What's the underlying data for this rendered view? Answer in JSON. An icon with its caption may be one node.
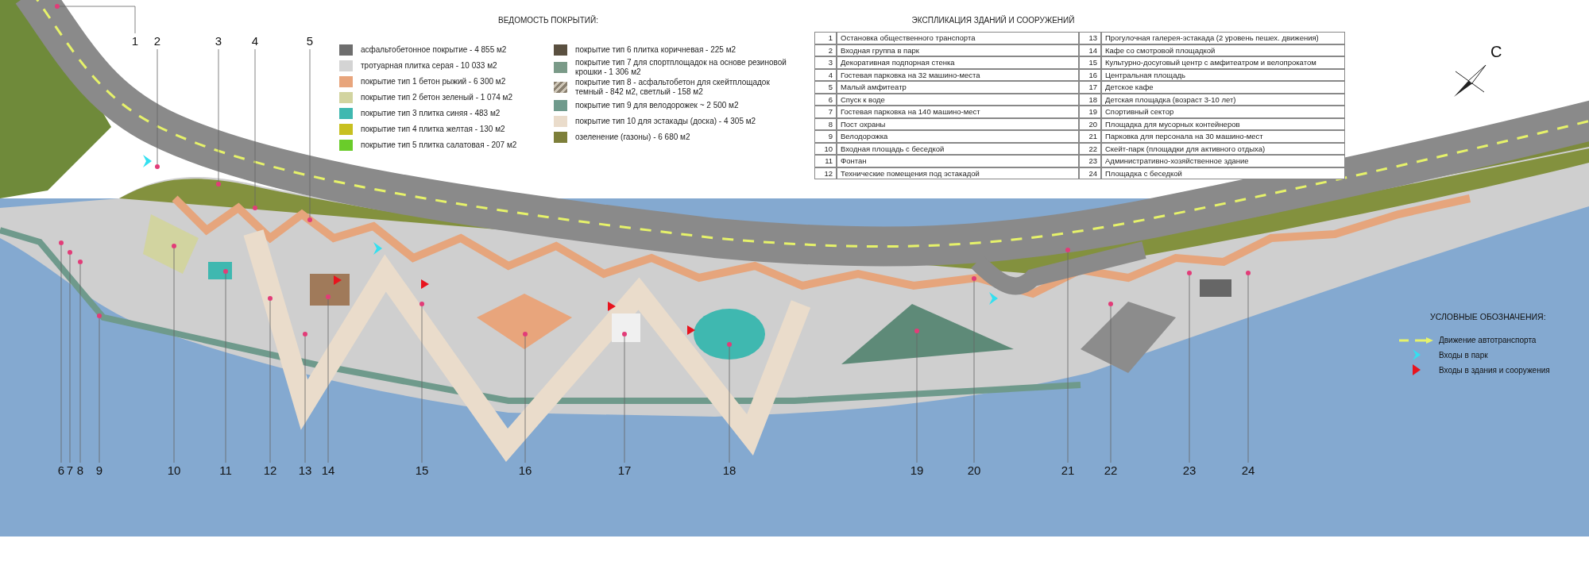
{
  "diagram": {
    "nodes": [
      {
        "text": [
          "1"
        ]
      },
      {
        "text": [
          "2"
        ]
      },
      {
        "text": [
          "3"
        ]
      },
      {
        "text": [
          "4"
        ]
      },
      {
        "text": [
          "5"
        ]
      },
      {
        "text": [
          "6"
        ]
      },
      {
        "text": [
          "7"
        ]
      },
      {
        "text": [
          "8"
        ]
      },
      {
        "text": [
          "9"
        ]
      },
      {
        "text": [
          "10"
        ]
      },
      {
        "text": [
          "11"
        ]
      },
      {
        "text": [
          "12"
        ]
      },
      {
        "text": [
          "13"
        ]
      },
      {
        "text": [
          "14"
        ]
      },
      {
        "text": [
          "15"
        ]
      },
      {
        "text": [
          "16"
        ]
      },
      {
        "text": [
          "17"
        ]
      },
      {
        "text": [
          "18"
        ]
      },
      {
        "text": [
          "19"
        ]
      },
      {
        "text": [
          "20"
        ]
      },
      {
        "text": [
          "21"
        ]
      },
      {
        "text": [
          "22"
        ]
      },
      {
        "text": [
          "23"
        ]
      },
      {
        "text": [
          "24"
        ]
      },
      {
        "text": [],
        "shape": "circle"
      },
      {
        "text": [],
        "shape": "circle"
      },
      {
        "text": [],
        "shape": "circle"
      },
      {
        "text": [],
        "shape": "circle"
      },
      {
        "text": [],
        "shape": "circle"
      },
      {
        "text": [],
        "shape": "circle"
      },
      {
        "text": [],
        "shape": "circle"
      },
      {
        "text": [],
        "shape": "circle"
      },
      {
        "text": [],
        "shape": "circle"
      },
      {
        "text": [],
        "shape": "circle"
      },
      {
        "text": [],
        "shape": "circle"
      },
      {
        "text": [],
        "shape": "circle"
      },
      {
        "text": [],
        "shape": "circle"
      },
      {
        "text": [],
        "shape": "circle"
      },
      {
        "text": [],
        "shape": "circle"
      },
      {
        "text": [],
        "shape": "circle"
      },
      {
        "text": [],
        "shape": "circle"
      },
      {
        "text": [],
        "shape": "circle"
      },
      {
        "text": [],
        "shape": "circle"
      },
      {
        "text": [],
        "shape": "circle"
      },
      {
        "text": [],
        "shape": "circle"
      },
      {
        "text": [],
        "shape": "circle"
      },
      {
        "text": [],
        "shape": "circle"
      },
      {
        "text": [],
        "shape": "circle"
      }
    ],
    "edges": [
      {
        "from": 0,
        "to": 24,
        "arrow": "none"
      },
      {
        "from": 1,
        "to": 25,
        "arrow": "none"
      },
      {
        "from": 2,
        "to": 26,
        "arrow": "none"
      },
      {
        "from": 3,
        "to": 27,
        "arrow": "none"
      },
      {
        "from": 4,
        "to": 28,
        "arrow": "none"
      },
      {
        "from": 5,
        "to": 29,
        "arrow": "none"
      },
      {
        "from": 6,
        "to": 30,
        "arrow": "none"
      },
      {
        "from": 7,
        "to": 31,
        "arrow": "none"
      },
      {
        "from": 8,
        "to": 32,
        "arrow": "none"
      },
      {
        "from": 9,
        "to": 33,
        "arrow": "none"
      },
      {
        "from": 10,
        "to": 34,
        "arrow": "none"
      },
      {
        "from": 11,
        "to": 35,
        "arrow": "none"
      },
      {
        "from": 12,
        "to": 36,
        "arrow": "none"
      },
      {
        "from": 13,
        "to": 37,
        "arrow": "none"
      },
      {
        "from": 14,
        "to": 38,
        "arrow": "none"
      },
      {
        "from": 15,
        "to": 39,
        "arrow": "none"
      },
      {
        "from": 16,
        "to": 40,
        "arrow": "none"
      },
      {
        "from": 17,
        "to": 41,
        "arrow": "none"
      },
      {
        "from": 18,
        "to": 42,
        "arrow": "none"
      },
      {
        "from": 19,
        "to": 43,
        "arrow": "none"
      },
      {
        "from": 20,
        "to": 44,
        "arrow": "none"
      },
      {
        "from": 21,
        "to": 45,
        "arrow": "none"
      },
      {
        "from": 22,
        "to": 46,
        "arrow": "none"
      },
      {
        "from": 23,
        "to": 47,
        "arrow": "none"
      }
    ],
    "labels": [
      "ВЕДОМОСТЬ ПОКРЫТИЙ:",
      "ЭКСПЛИКАЦИЯ ЗДАНИЙ И СООРУЖЕНИЙ",
      "1",
      "Остановка общественного транспорта",
      "13",
      "Прогулочная галерея-эстакада (2 уровень пешех. движения)",
      "2",
      "Входная группа в парк",
      "14",
      "Кафе со смотровой площадкой",
      "3",
      "Декоративная подпорная стенка",
      "15",
      "Культурно-досуговый центр с амфитеатром и велопрокатом",
      "4",
      "Гостевая парковка на 32 машино-места",
      "16",
      "Центральная площадь",
      "5",
      "Малый амфитеатр",
      "17",
      "Детское кафе",
      "6",
      "Спуск к воде",
      "18",
      "Детская площадка  (возраст 3-10 лет)",
      "7",
      "Гостевая парковка на 140 машино-мест",
      "19",
      "Спортивный сектор",
      "8",
      "Пост охраны",
      "20",
      "Площадка для мусорных контейнеров",
      "9",
      "Велодорожка",
      "21",
      "Парковка для персонала на 30 машино-мест",
      "10",
      "Входная площадь с беседкой",
      "22",
      "Скейт-парк (площадки для активного отдыха)",
      "11",
      "Фонтан",
      "23",
      "Административно-хозяйственное здание",
      "12",
      "Технические помещения под эстакадой",
      "24",
      "Площадка с беседкой",
      "С",
      "УСЛОВНЫЕ ОБОЗНАЧЕНИЯ:"
    ],
    "legend": [
      {
        "text": "асфальтобетонное покрытие - 4 855 м2",
        "color": "#6e6e6e"
      },
      {
        "text": "тротуарная плитка серая - 10 033 м2",
        "color": "#d4d4d4"
      },
      {
        "text": "покрытие тип 1 бетон рыжий - 6 300 м2",
        "color": "#e8a57c"
      },
      {
        "text": "покрытие тип 2 бетон зеленый - 1 074 м2",
        "color": "#d2d4a0"
      },
      {
        "text": "покрытие тип 3 плитка синяя - 483 м2",
        "color": "#3fb8b0"
      },
      {
        "text": "покрытие тип 4 плитка желтая - 130 м2",
        "color": "#c8c020"
      },
      {
        "text": "покрытие тип 5 плитка салатовая - 207 м2",
        "color": "#6acc2a"
      },
      {
        "text": "покрытие тип 6 плитка коричневая - 225 м2",
        "color": "#5a5040"
      },
      {
        "text": "покрытие тип 7 для спортплощадок на основе резиновой крошки - 1 306 м2",
        "color": "#7a9a88"
      },
      {
        "text": "покрытие тип 8 - асфальтобетон для скейтплощадок темный - 842 м2, светлый - 158 м2"
      },
      {
        "text": "покрытие тип 9 для велодорожек ~ 2 500 м2",
        "color": "#6f9a8c"
      },
      {
        "text": "покрытие тип 10 для эстакады (доска) - 4 305 м2",
        "color": "#eadccb"
      },
      {
        "text": "озеленение (газоны) - 6 680 м2",
        "color": "#7d7f3a"
      },
      {
        "text": "Движение автотранспорта"
      },
      {
        "text": "Входы в парк"
      },
      {
        "text": "Входы в здания и сооружения"
      }
    ]
  }
}
